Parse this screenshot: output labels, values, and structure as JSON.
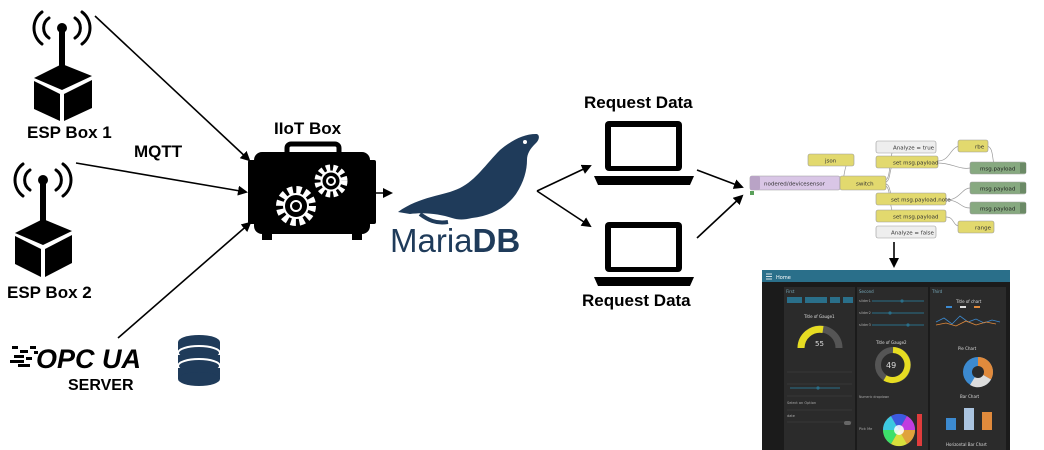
{
  "labels": {
    "esp_box_1": "ESP Box 1",
    "esp_box_2": "ESP Box 2",
    "mqtt": "MQTT",
    "iiot_box": "IIoT Box",
    "request_data_top": "Request Data",
    "request_data_bottom": "Request Data",
    "opc_ua": "OPC UA",
    "server": "SERVER",
    "mariadb_maria": "Maria",
    "mariadb_db": "DB"
  },
  "flow": {
    "inject_node": "nodered/devicesensor",
    "json_node": "json",
    "switch_node": "switch",
    "analyze_true": "Analyze = true",
    "set_payload_1": "set msg.payload",
    "set_payload_note": "set msg.payload.note",
    "set_payload_2": "set msg.payload",
    "analyze_false": "Analyze = false",
    "rbe_node": "rbe",
    "range_node": "range",
    "debug_1": "msg.payload",
    "debug_2": "msg.payload",
    "debug_3": "msg.payload"
  },
  "dashboard": {
    "header": "Home",
    "col1_title": "First",
    "col2_title": "Second",
    "col3_title": "Third",
    "gauge1_title": "Title of Gauge1",
    "gauge1_value": "55",
    "gauge2_title": "Title of Gauge2",
    "gauge2_value": "49",
    "chart_title": "Title of chart",
    "pie_title": "Pie Chart",
    "bar_title": "Bar Chart",
    "hbar_title": "Horizontal Bar Chart",
    "slider1": "slider1",
    "slider2": "slider2",
    "slider3": "slider3",
    "select_option": "Select an Option",
    "dropdown": "Numeric dropdown",
    "date": "date",
    "pick_color": "Pick Me"
  },
  "colors": {
    "mariadb_blue": "#1f3b5a",
    "dash_bg": "#1b1b1b",
    "dash_header": "#2a6f8a",
    "gauge_yellow": "#e6dc22",
    "node_yellow": "#e2d96e",
    "node_purple": "#d9c6e6",
    "node_green": "#87a980"
  }
}
